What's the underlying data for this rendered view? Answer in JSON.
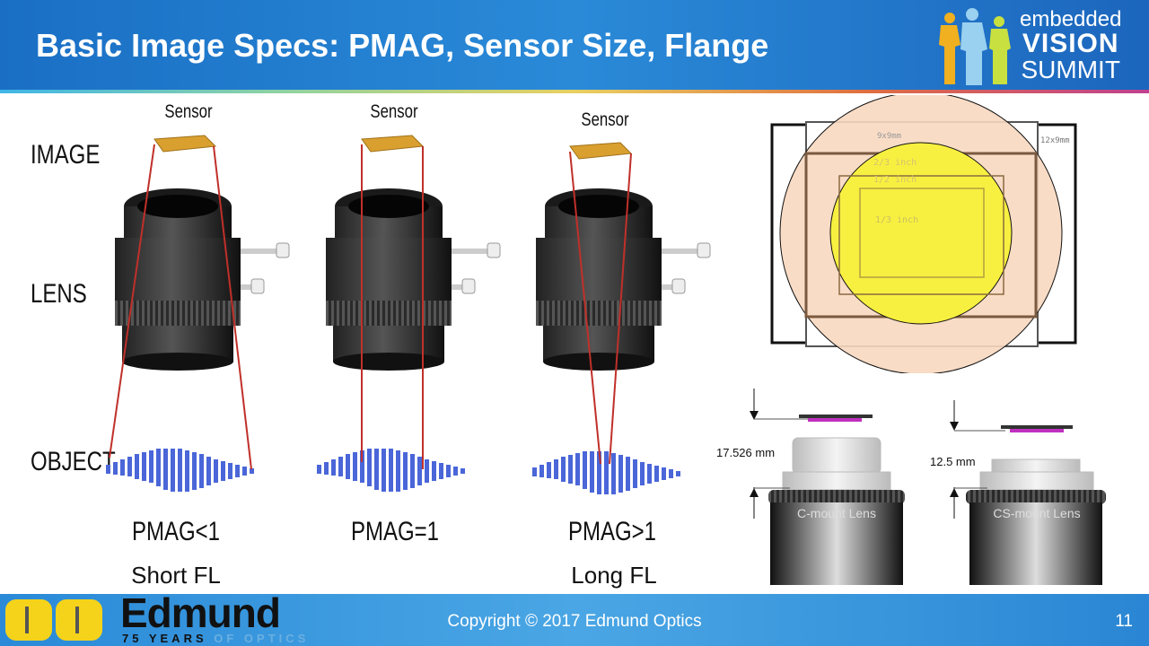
{
  "header": {
    "title": "Basic Image Specs: PMAG, Sensor Size, Flange"
  },
  "event_logo": {
    "line1": "embedded",
    "line2": "VISION",
    "line3": "SUMMIT"
  },
  "side_labels": {
    "image": "IMAGE",
    "lens": "LENS",
    "object": "OBJECT"
  },
  "diagrams": [
    {
      "sensor": "Sensor",
      "pmag": "PMAG<1",
      "fl": "Short FL"
    },
    {
      "sensor": "Sensor",
      "pmag": "PMAG=1",
      "fl": ""
    },
    {
      "sensor": "Sensor",
      "pmag": "PMAG>1",
      "fl": "Long FL"
    }
  ],
  "sensor_sizes": {
    "s9x9": "9x9mm",
    "s12x9": "12x9mm",
    "s23": "2/3 inch",
    "s12": "1/2 inch",
    "s13": "1/3 inch"
  },
  "flange": {
    "c_dist": "17.526 mm",
    "c_label": "C-mount Lens",
    "cs_dist": "12.5 mm",
    "cs_label": "CS-mount Lens"
  },
  "footer": {
    "company": "Edmund",
    "tagline_a": "75 YEARS",
    "tagline_b": "OF OPTICS",
    "copyright": "Copyright © 2017 Edmund Optics",
    "page": "11"
  },
  "colors": {
    "header": "#2a8ad8",
    "sensor_gold": "#d9a030",
    "beam": "#c0302a",
    "object_blue": "#4a66d8",
    "image_circle_large": "#f8d8c0",
    "image_circle_small": "#f8f040"
  }
}
